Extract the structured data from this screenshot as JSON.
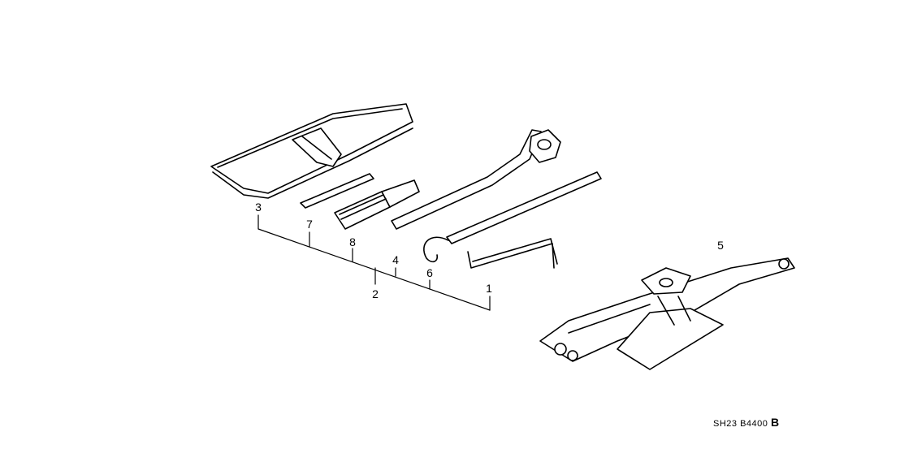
{
  "callouts": {
    "c1": "1",
    "c2": "2",
    "c3": "3",
    "c4": "4",
    "c5": "5",
    "c6": "6",
    "c7": "7",
    "c8": "8"
  },
  "diagram_code": "SH23 B4400",
  "diagram_code_suffix": "B"
}
